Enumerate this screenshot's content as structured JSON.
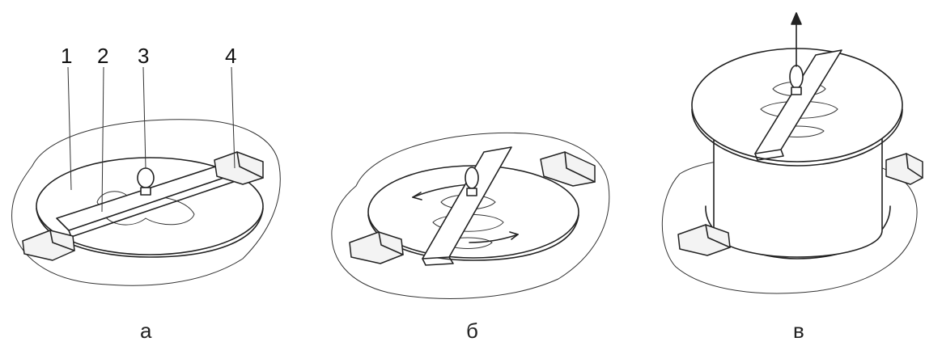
{
  "labels": {
    "part_1": "1",
    "part_2": "2",
    "part_3": "3",
    "part_4": "4"
  },
  "captions": {
    "a": "а",
    "b": "б",
    "c": "в"
  }
}
